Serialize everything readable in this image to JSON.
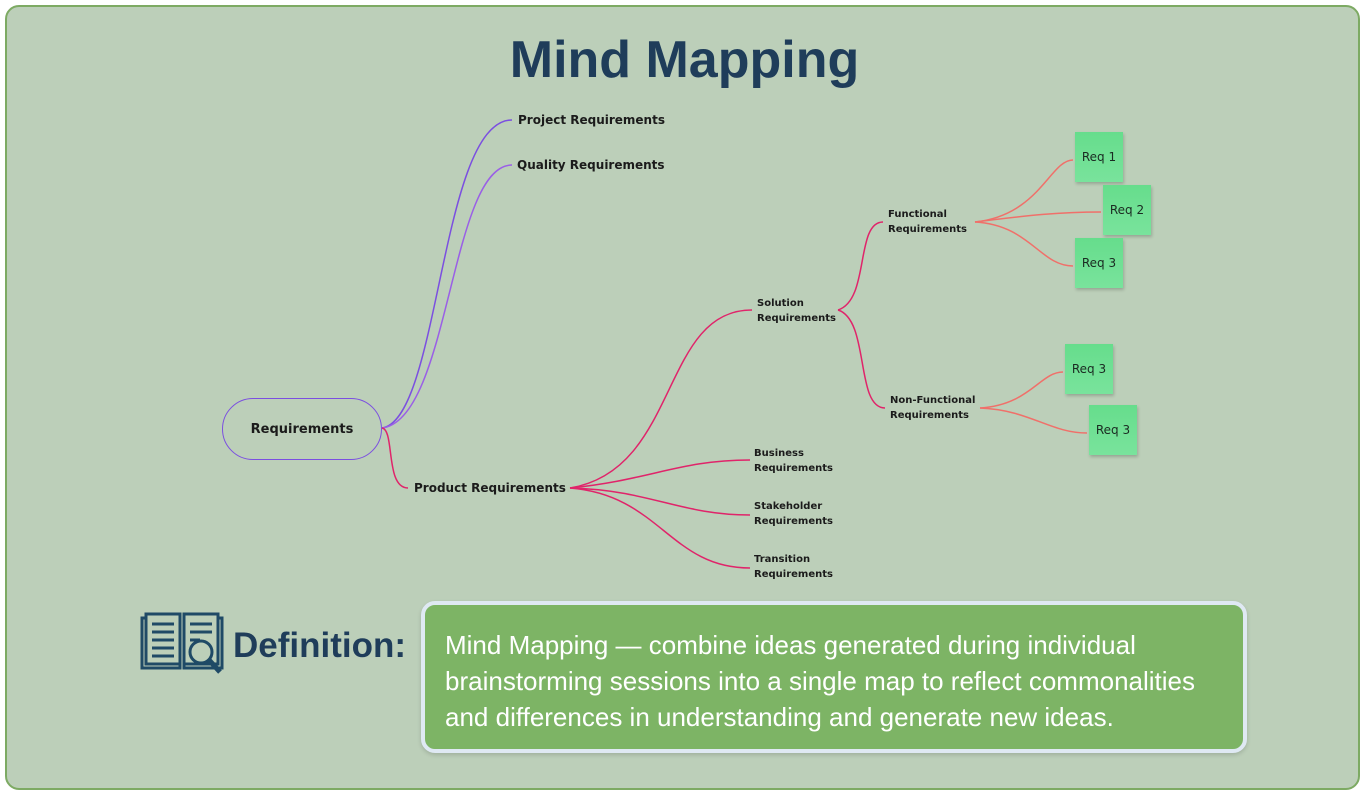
{
  "title": "Mind Mapping",
  "map": {
    "root": "Requirements",
    "project": "Project Requirements",
    "quality": "Quality Requirements",
    "product": "Product Requirements",
    "solution": "Solution Requirements",
    "business": "Business Requirements",
    "stakeholder": "Stakeholder Requirements",
    "transition": "Transition Requirements",
    "functional": "Functional Requirements",
    "nonfunctional": "Non-Functional Requirements",
    "notes": [
      "Req 1",
      "Req 2",
      "Req 3",
      "Req 3",
      "Req 3"
    ]
  },
  "definition": {
    "label": "Definition:",
    "text": "Mind Mapping — combine ideas generated during individual brainstorming sessions into a single map to reflect commonalities and differences in understanding and generate new ideas."
  },
  "colors": {
    "purple": "#7b4fe0",
    "pink": "#e0246a",
    "salmon": "#f0706a",
    "note": "#6ddf92"
  }
}
